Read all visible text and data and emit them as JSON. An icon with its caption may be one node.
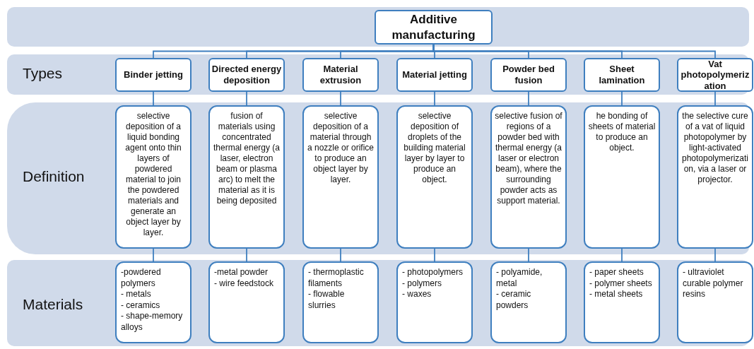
{
  "diagram": {
    "nodes": [
      {
        "text": [
          "Additive manufacturing"
        ]
      },
      {
        "text": [
          "Types"
        ]
      },
      {
        "text": [
          "Binder jetting"
        ],
        "in": 1
      },
      {
        "text": [
          "Directed energy deposition"
        ],
        "in": 1
      },
      {
        "text": [
          "Material extrusion"
        ],
        "in": 1
      },
      {
        "text": [
          "Material jetting"
        ],
        "in": 1
      },
      {
        "text": [
          "Powder bed fusion"
        ],
        "in": 1
      },
      {
        "text": [
          "Sheet lamination"
        ],
        "in": 1
      },
      {
        "text": [
          "Vat photopolymerization"
        ],
        "in": 1
      },
      {
        "text": [
          "Definition"
        ]
      },
      {
        "text": [
          "selective deposition of a liquid bonding agent onto thin layers of powdered material to join the powdered materials and generate an object layer by layer."
        ],
        "in": 9
      },
      {
        "text": [
          "fusion of materials using concentrated thermal energy (a laser, electron beam or plasma arc) to melt the material as it is being deposited"
        ],
        "in": 9
      },
      {
        "text": [
          "selective deposition of a material through a nozzle or orifice to produce an object layer by layer."
        ],
        "in": 9
      },
      {
        "text": [
          "selective deposition of droplets of the building material layer by layer to produce an object."
        ],
        "in": 9
      },
      {
        "text": [
          "selective fusion of regions of a powder bed with thermal energy (a laser or electron beam), where the surrounding powder acts as support material."
        ],
        "in": 9
      },
      {
        "text": [
          "he bonding of sheets of material to produce an object."
        ],
        "in": 9
      },
      {
        "text": [
          "the selective cure of a vat of liquid photopolymer by light-activated photopolymerization, via a laser or projector."
        ],
        "in": 9
      },
      {
        "text": [
          "Materials"
        ]
      },
      {
        "text": [
          "-powdered polymers",
          "- metals",
          "- ceramics",
          "- shape-memory alloys"
        ],
        "in": 17
      },
      {
        "text": [
          "-metal powder",
          "- wire feedstock"
        ],
        "in": 17
      },
      {
        "text": [
          "- thermoplastic filaments",
          "- flowable slurries"
        ],
        "in": 17
      },
      {
        "text": [
          "- photopolymers",
          "- polymers",
          "- waxes"
        ],
        "in": 17
      },
      {
        "text": [
          "- polyamide, metal",
          "- ceramic powders"
        ],
        "in": 17
      },
      {
        "text": [
          "- paper sheets",
          "- polymer sheets",
          "- metal sheets"
        ],
        "in": 17
      },
      {
        "text": [
          "- ultraviolet curable polymer resins"
        ],
        "in": 17
      }
    ],
    "edges": [
      {
        "from": 0,
        "to": 2,
        "arrow": "none"
      },
      {
        "from": 0,
        "to": 3,
        "arrow": "none"
      },
      {
        "from": 0,
        "to": 4,
        "arrow": "none"
      },
      {
        "from": 0,
        "to": 5,
        "arrow": "none"
      },
      {
        "from": 0,
        "to": 6,
        "arrow": "none"
      },
      {
        "from": 0,
        "to": 7,
        "arrow": "none"
      },
      {
        "from": 0,
        "to": 8,
        "arrow": "none"
      },
      {
        "from": 2,
        "to": 10,
        "arrow": "none"
      },
      {
        "from": 3,
        "to": 11,
        "arrow": "none"
      },
      {
        "from": 4,
        "to": 12,
        "arrow": "none"
      },
      {
        "from": 5,
        "to": 13,
        "arrow": "none"
      },
      {
        "from": 6,
        "to": 14,
        "arrow": "none"
      },
      {
        "from": 7,
        "to": 15,
        "arrow": "none"
      },
      {
        "from": 8,
        "to": 16,
        "arrow": "none"
      },
      {
        "from": 10,
        "to": 18,
        "arrow": "none"
      },
      {
        "from": 11,
        "to": 19,
        "arrow": "none"
      },
      {
        "from": 12,
        "to": 20,
        "arrow": "none"
      },
      {
        "from": 13,
        "to": 21,
        "arrow": "none"
      },
      {
        "from": 14,
        "to": 22,
        "arrow": "none"
      },
      {
        "from": 15,
        "to": 23,
        "arrow": "none"
      },
      {
        "from": 16,
        "to": 24,
        "arrow": "none"
      }
    ]
  }
}
